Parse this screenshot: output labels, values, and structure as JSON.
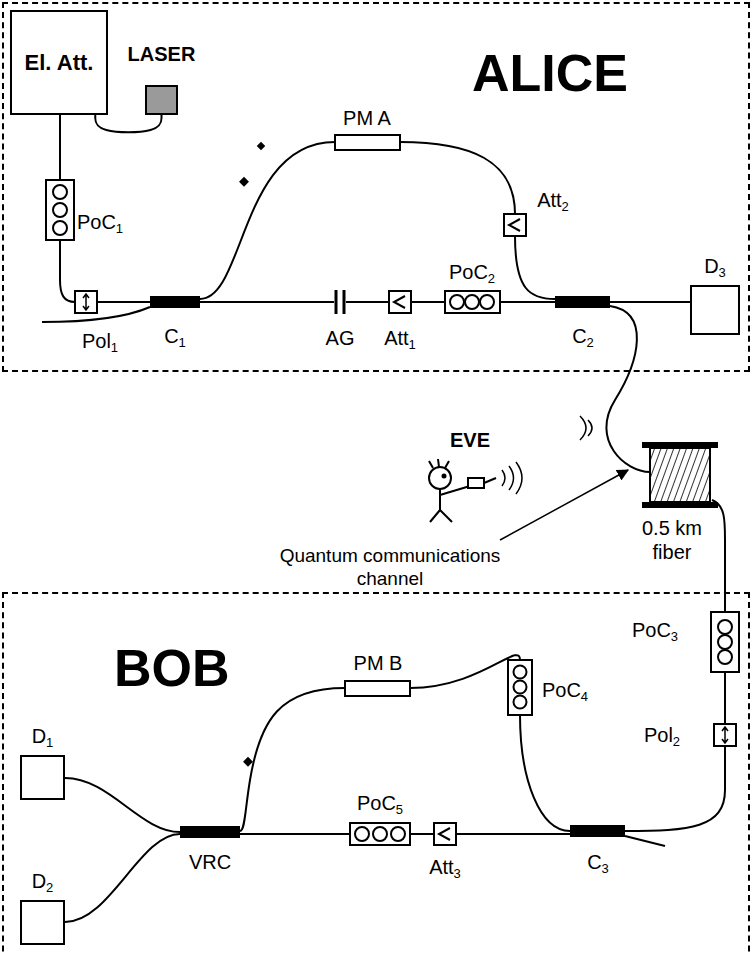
{
  "diagram": {
    "nodes": [
      {
        "text": [
          "ALICE"
        ]
      },
      {
        "text": [
          "El. Att."
        ],
        "in": 0
      },
      {
        "text": [
          "LASER"
        ],
        "in": 0
      },
      {
        "text": [
          "D3"
        ],
        "in": 0
      },
      {
        "text": [
          "BOB"
        ]
      },
      {
        "text": [
          "D1"
        ],
        "in": 4
      },
      {
        "text": [
          "D2"
        ],
        "in": 4
      }
    ],
    "edges": [
      {
        "from": 1,
        "to": 2,
        "arrow": "none"
      }
    ],
    "labels": [
      "PoC1",
      "Pol1",
      "C1",
      "PM A",
      "AG",
      "Att1",
      "PoC2",
      "Att2",
      "C2",
      "EVE",
      "Quantum communications channel",
      "0.5 km fiber",
      "PoC3",
      "Pol2",
      "PM B",
      "PoC4",
      "C3",
      "PoC5",
      "Att3",
      "VRC"
    ]
  }
}
